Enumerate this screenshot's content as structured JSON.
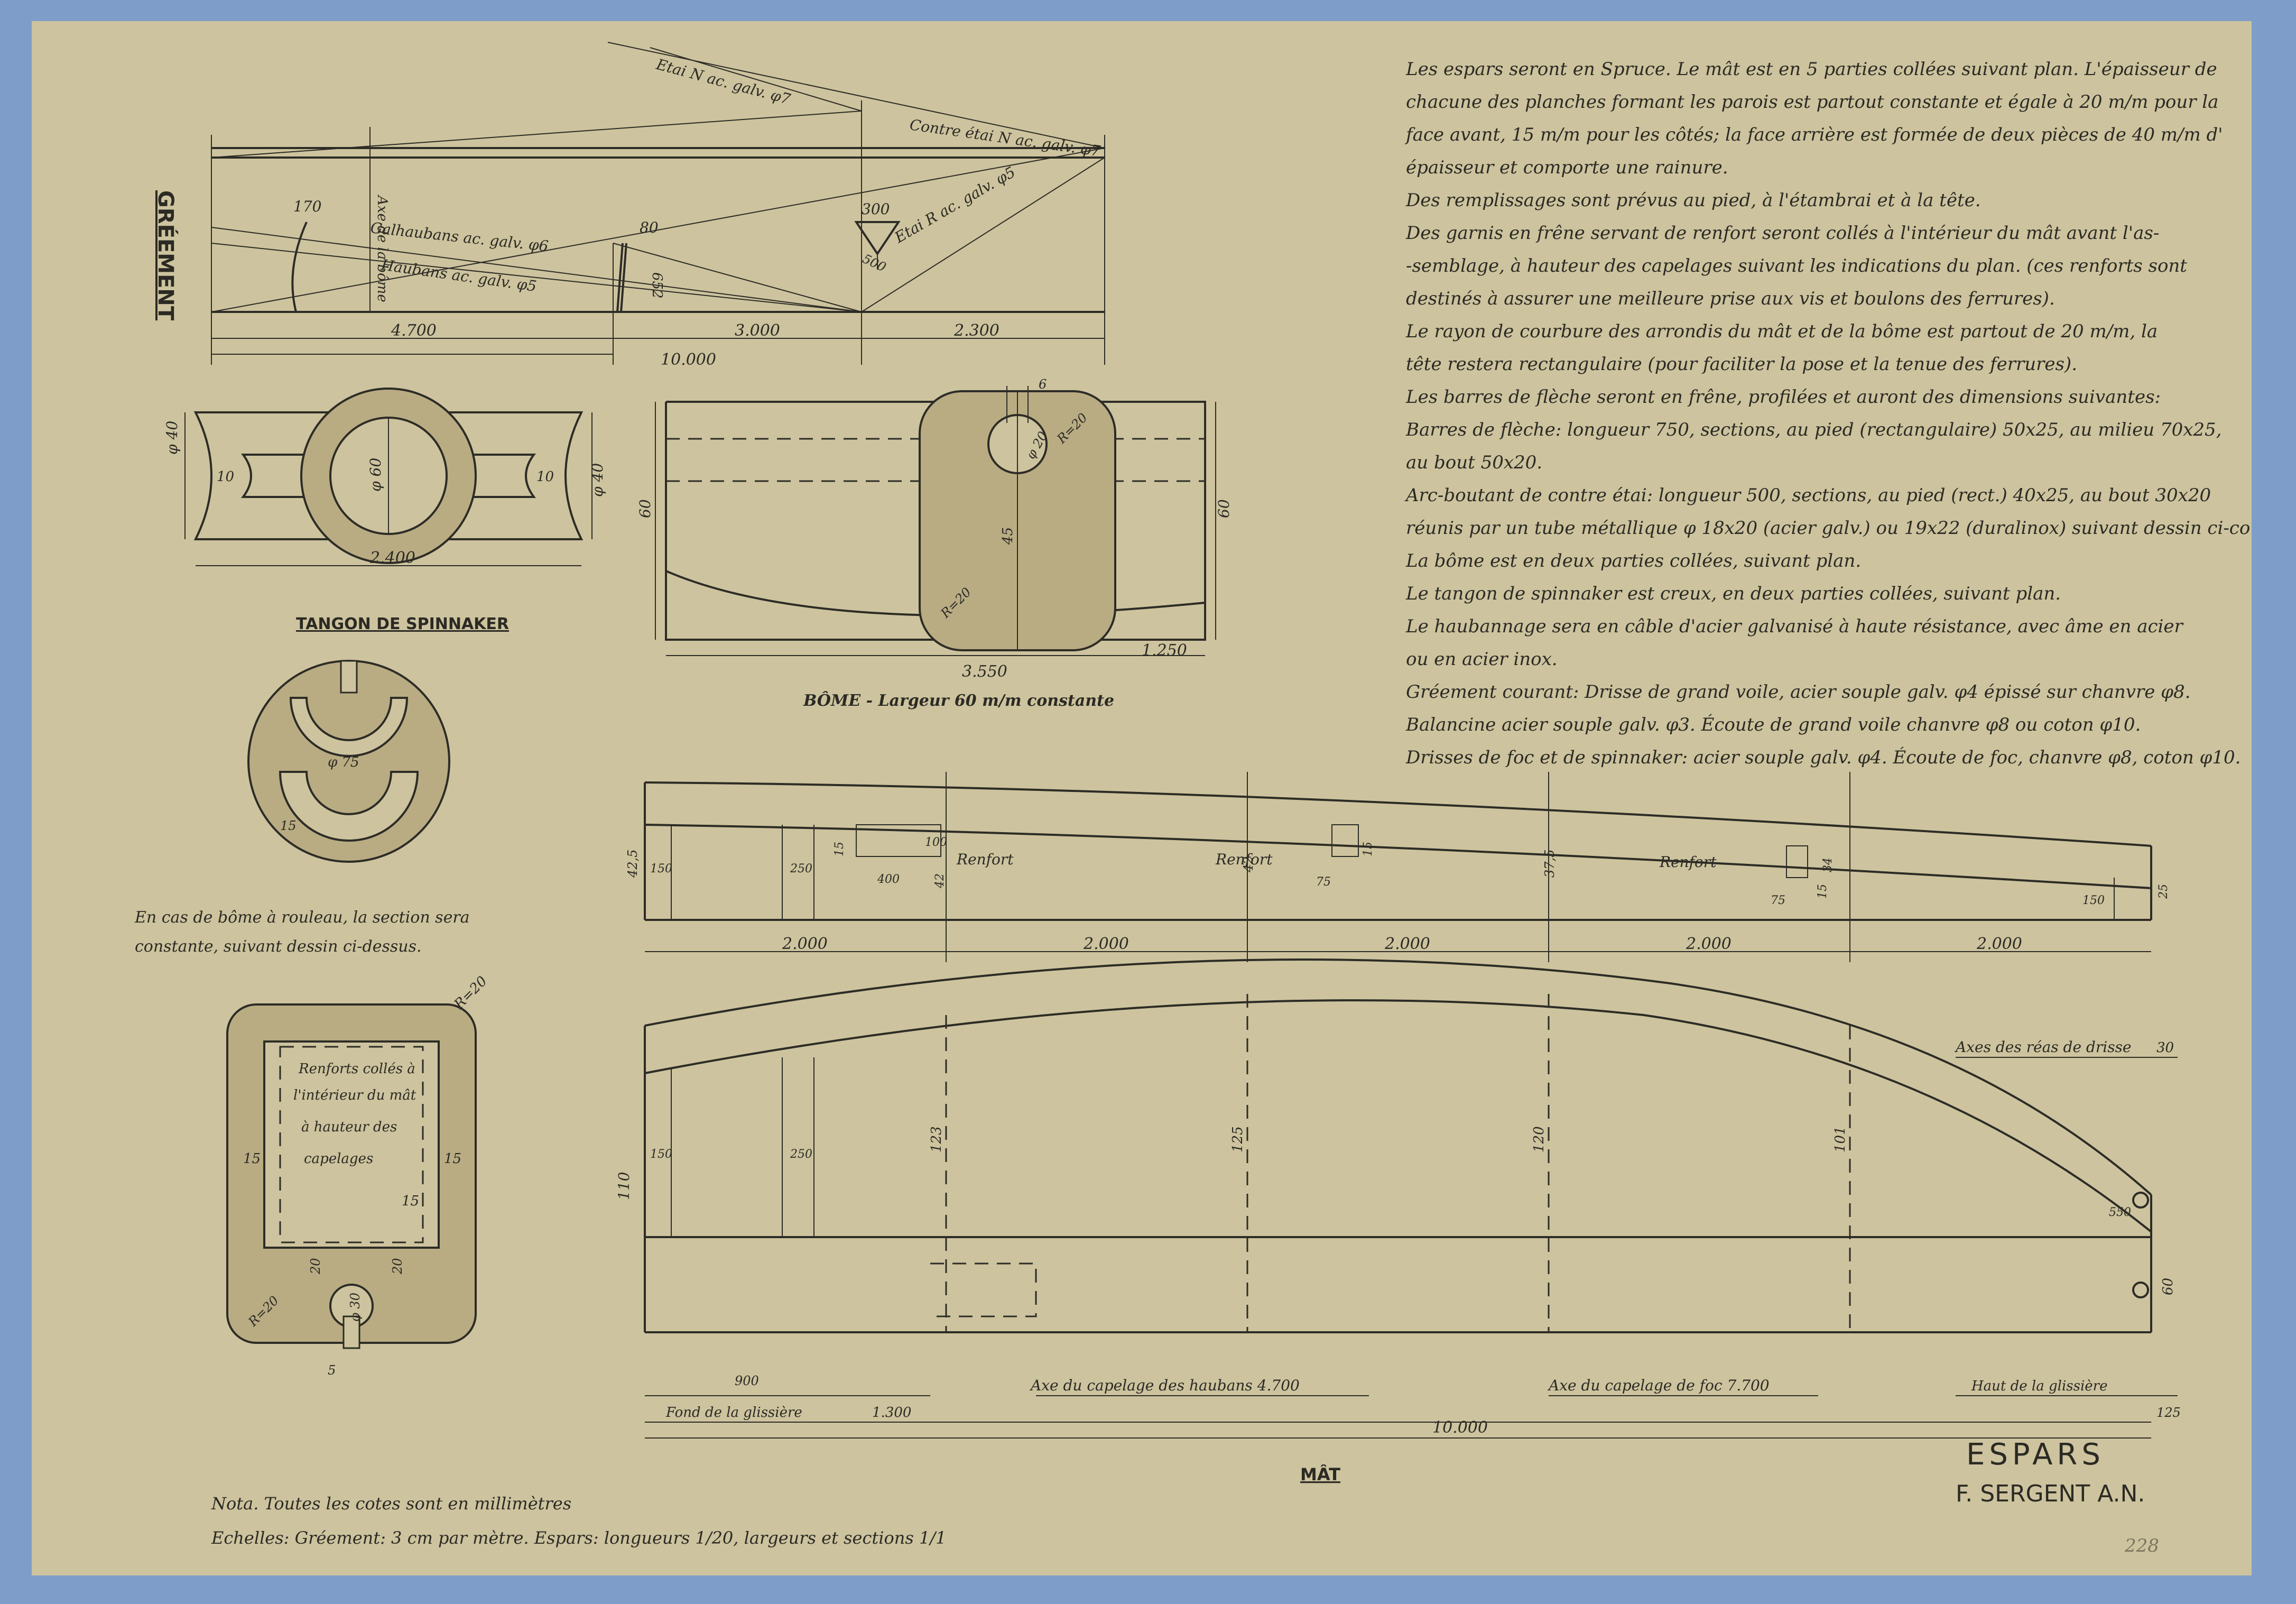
{
  "specification": {
    "lines": [
      "Les espars seront en Spruce. Le mât est en 5 parties collées suivant plan. L'épaisseur de",
      "chacune des planches formant les parois est partout constante et égale à 20 m/m pour la",
      "face avant, 15 m/m pour les côtés; la face arrière est formée de deux pièces de 40 m/m d'",
      "épaisseur et comporte une rainure.",
      "Des remplissages sont prévus au pied, à l'étambrai et à la tête.",
      "Des garnis en frêne servant de renfort seront collés à l'intérieur du mât avant l'as-",
      "-semblage, à hauteur des capelages suivant les indications du plan. (ces renforts sont",
      "destinés à assurer une meilleure prise aux vis et boulons des ferrures).",
      "Le rayon de courbure des arrondis du mât et de la bôme est partout de 20 m/m, la",
      "tête restera rectangulaire (pour faciliter la pose et la tenue des ferrures).",
      "Les barres de flèche seront en frêne, profilées et auront des dimensions suivantes:",
      "Barres de flèche: longueur 750, sections, au pied (rectangulaire) 50x25, au milieu 70x25,",
      "au bout 50x20.",
      "Arc-boutant de contre étai: longueur 500, sections, au pied (rect.) 40x25, au bout 30x20",
      "réunis par un tube métallique φ 18x20 (acier galv.) ou 19x22 (duralinox) suivant dessin ci-contre",
      "La bôme est en deux parties collées, suivant plan.",
      "Le tangon de spinnaker est creux, en deux parties collées, suivant plan.",
      "Le haubannage sera en câble d'acier galvanisé à haute résistance, avec âme en acier",
      "ou en acier inox.",
      "Gréement courant: Drisse de grand voile, acier souple galv. φ4 épissé sur chanvre φ8.",
      "Balancine acier souple galv. φ3. Écoute de grand voile chanvre φ8 ou coton φ10.",
      "Drisses de foc et de spinnaker: acier souple galv. φ4. Écoute de foc, chanvre φ8, coton φ10."
    ]
  },
  "rigging": {
    "title": "GRÉEMENT",
    "labels": {
      "stay": "Etai N ac. galv. φ7",
      "counter_stay": "Contre étai N ac. galv. φ7",
      "stay_r": "Etai R ac. galv. φ5",
      "cap_shrouds": "Galhaubans ac. galv. φ6",
      "shrouds": "Haubans ac. galv. φ5",
      "boom_axis": "Axe de la bôme",
      "d170": "170",
      "d80": "80",
      "d300": "300",
      "d500": "500",
      "d652": "652",
      "d4700": "4.700",
      "d3000": "3.000",
      "d2300": "2.300",
      "d10000": "10.000"
    }
  },
  "spinnaker_pole": {
    "title": "TANGON DE SPINNAKER",
    "dims": {
      "d40_left": "φ 40",
      "d40_right": "φ 40",
      "d60": "φ 60",
      "d10_left": "10",
      "d10_right": "10",
      "len": "2.400"
    }
  },
  "boom": {
    "caption": "BÔME - Largeur 60 m/m constante",
    "dims": {
      "h60_left": "60",
      "h60_right": "60",
      "d6": "6",
      "d20": "φ 20",
      "r20_top": "R=20",
      "r20_bottom": "R=20",
      "d45": "45",
      "d1250": "1.250",
      "d3550": "3.550"
    }
  },
  "roller_note": {
    "line1": "En cas de bôme à rouleau, la section sera",
    "line2": "constante, suivant dessin ci-dessus."
  },
  "pole_section": {
    "d75": "φ 75",
    "d15": "15"
  },
  "mast_section": {
    "note": [
      "Renforts collés à",
      "l'intérieur du mât",
      "à hauteur des",
      "capelages"
    ],
    "dims": {
      "r20_top": "R=20",
      "r20_bottom": "R=20",
      "d15a": "15",
      "d15b": "15",
      "d15c": "15",
      "d20a": "20",
      "d20b": "20",
      "d30": "φ 30",
      "d5": "5"
    }
  },
  "mast": {
    "title": "MÂT",
    "front": {
      "segments": [
        "2.000",
        "2.000",
        "2.000",
        "2.000",
        "2.000"
      ],
      "renfort": "Renfort",
      "dims": {
        "h425": "42,5",
        "d150a": "150",
        "d250": "250",
        "d15": "15",
        "d400": "400",
        "d100": "100",
        "d42": "42",
        "d42b": "42",
        "d75a": "75",
        "d15b": "15",
        "d375": "37,5",
        "d34": "34",
        "d75b": "75",
        "d15c": "15",
        "d150b": "150",
        "d25": "25"
      }
    },
    "side": {
      "axes_reas": "Axes des réas de drisse",
      "d30": "30",
      "h110": "110",
      "d150": "150",
      "d250": "250",
      "h123": "123",
      "h125": "125",
      "h120": "120",
      "h101": "101",
      "d550": "550",
      "d60": "60",
      "fond_glissiere": "Fond de la glissière",
      "d1300": "1.300",
      "d900": "900",
      "capelage_haubans": "Axe du capelage des haubans 4.700",
      "capelage_foc": "Axe du capelage de foc 7.700",
      "haut_glissiere": "Haut de la glissière",
      "d125": "125",
      "d10000": "10.000"
    }
  },
  "title_block": {
    "title": "ESPARS",
    "author": "F. SERGENT A.N.",
    "sheet_no": "228"
  },
  "notes": {
    "nota": "Nota. Toutes les cotes sont en millimètres",
    "scales": "Echelles: Gréement: 3 cm par mètre. Espars: longueurs 1/20, largeurs et sections 1/1"
  }
}
